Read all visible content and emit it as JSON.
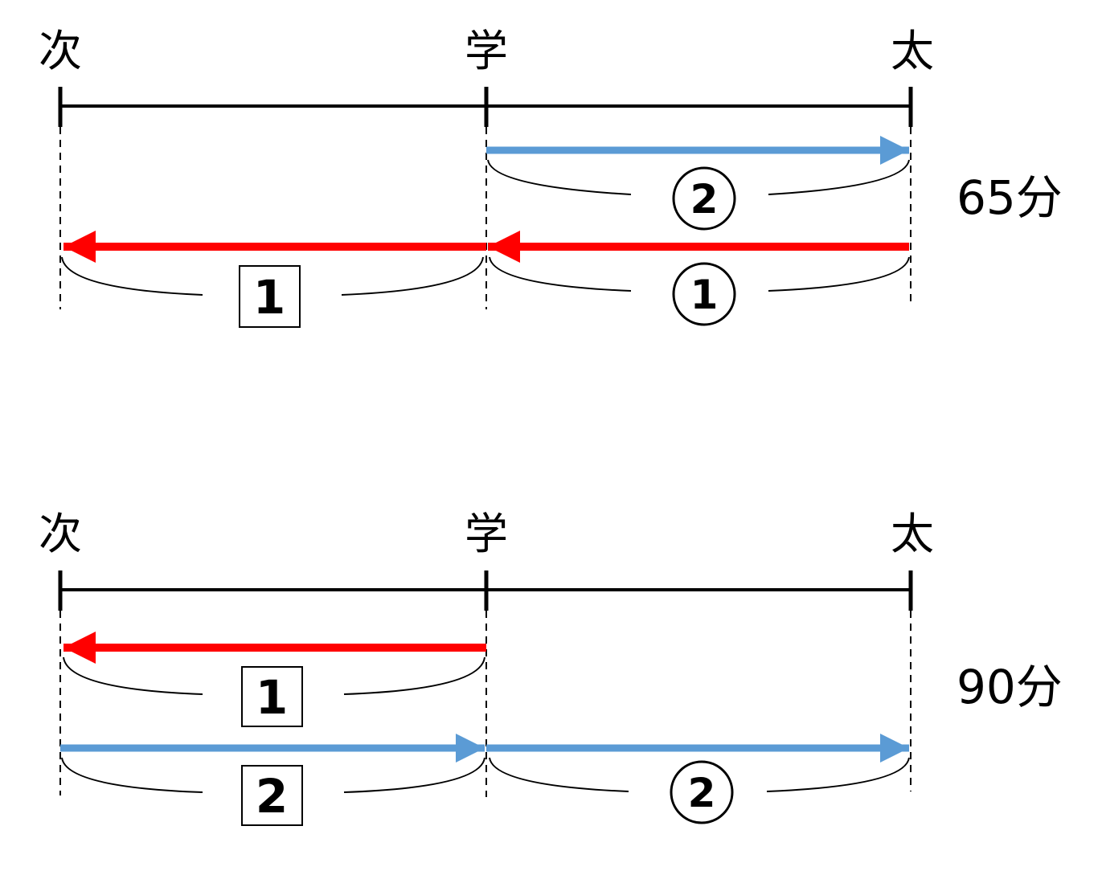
{
  "colors": {
    "red_arrow": "#ff0000",
    "blue_arrow": "#5b9bd5",
    "line": "#000000"
  },
  "top": {
    "places": {
      "left": "次",
      "middle": "学",
      "right": "太"
    },
    "total_time": "65分",
    "labels": {
      "blue_right": "2",
      "red_left_box": "1",
      "red_right": "1"
    }
  },
  "bottom": {
    "places": {
      "left": "次",
      "middle": "学",
      "right": "太"
    },
    "total_time": "90分",
    "labels": {
      "red_left_box": "1",
      "blue_left_box": "2",
      "blue_right": "2"
    }
  }
}
